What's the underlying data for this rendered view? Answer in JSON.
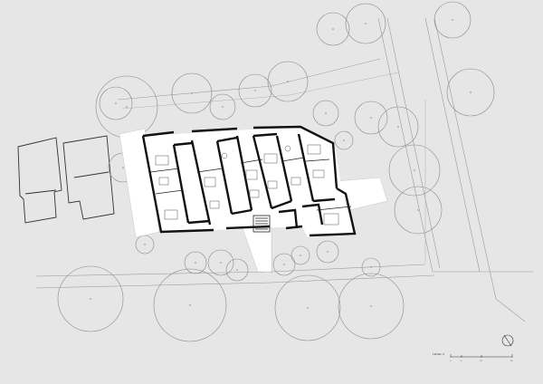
{
  "drawing": {
    "level_label": "LEVEL 0",
    "scale_ticks": [
      "0",
      "5",
      "10",
      "20"
    ]
  },
  "colors": {
    "background": "#e6e6e6",
    "walls": "#111111",
    "trees": "#8a8a8a",
    "terrace": "#ffffff"
  },
  "icons": {
    "north_arrow": "north-arrow-icon"
  }
}
